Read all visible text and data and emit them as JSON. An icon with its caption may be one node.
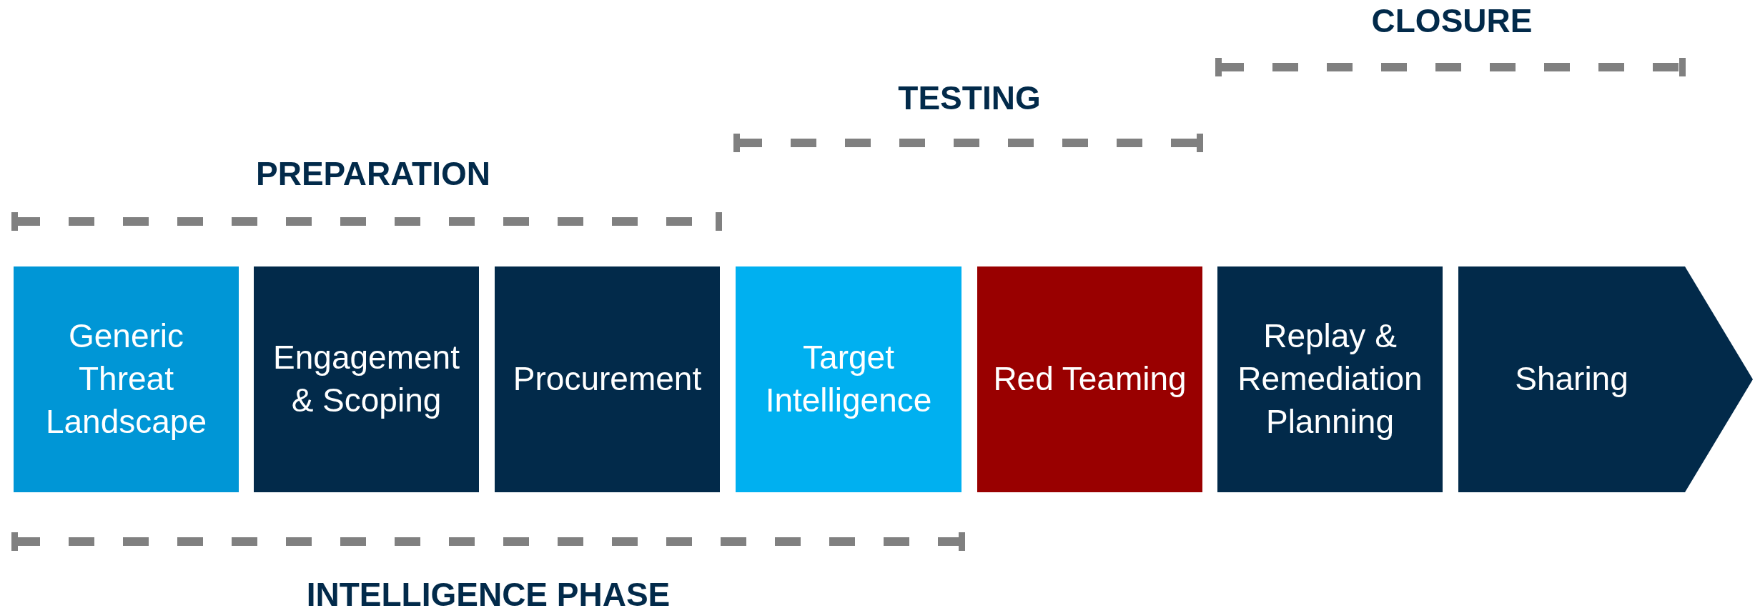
{
  "diagram": {
    "nodes": [
      {
        "text": [
          "Generic Threat Landscape"
        ]
      },
      {
        "text": [
          "Engagement & Scoping"
        ]
      },
      {
        "text": [
          "Procurement"
        ]
      },
      {
        "text": [
          "Target Intelligence"
        ]
      },
      {
        "text": [
          "Red Teaming"
        ]
      },
      {
        "text": [
          "Replay & Remediation Planning"
        ]
      },
      {
        "text": [
          "Sharing"
        ]
      }
    ],
    "edges": [],
    "labels": [
      "CLOSURE",
      "TESTING",
      "PREPARATION",
      "INTELLIGENCE PHASE"
    ]
  }
}
